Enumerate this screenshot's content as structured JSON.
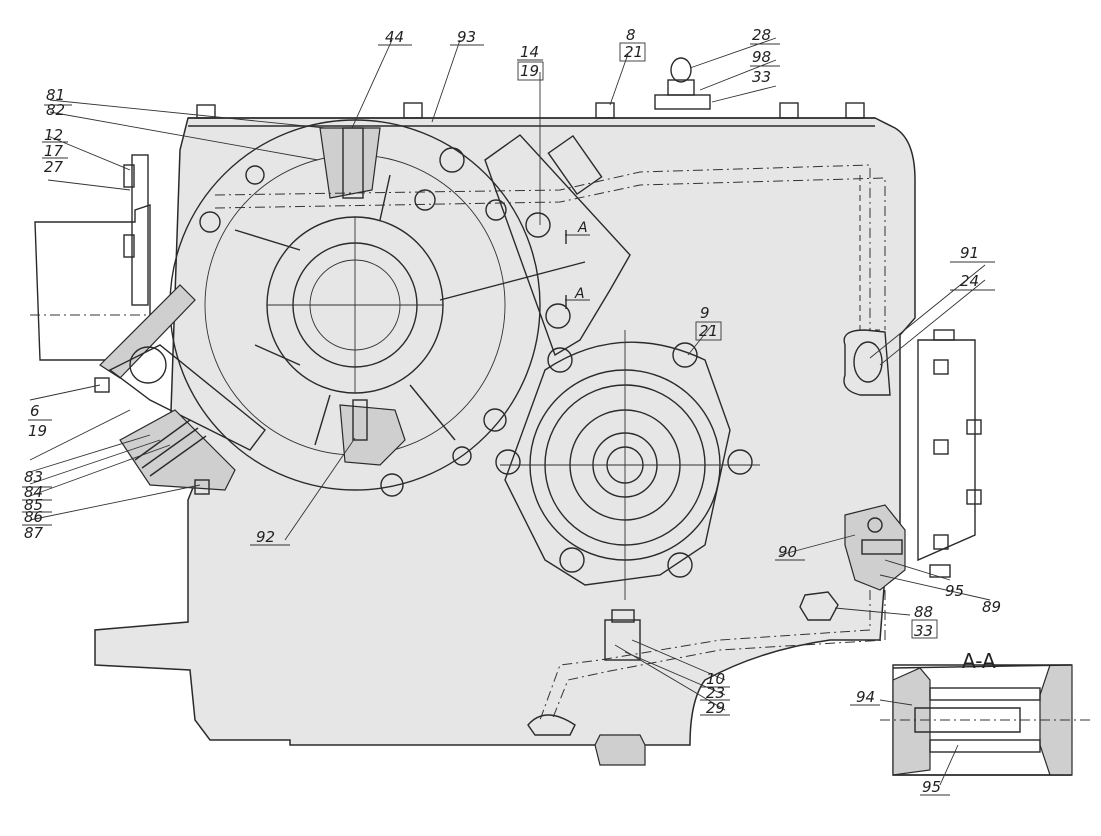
{
  "section_title": "A-A",
  "section_marker": "A",
  "colors": {
    "line": "#2a2a2a",
    "housing_fill": "#e6e6e6",
    "section_fill": "#cfcfcf",
    "watermark": "#c9c9c9"
  },
  "labels": {
    "l81": "81",
    "l82": "82",
    "l12": "12",
    "l17": "17",
    "l27": "27",
    "l44": "44",
    "l93": "93",
    "l14": "14",
    "l19a": "19",
    "l8": "8",
    "l21a": "21",
    "l28": "28",
    "l98": "98",
    "l33a": "33",
    "l91": "91",
    "l24": "24",
    "l9": "9",
    "l21b": "21",
    "l6": "6",
    "l19b": "19",
    "l83": "83",
    "l84": "84",
    "l85": "85",
    "l86": "86",
    "l87": "87",
    "l92": "92",
    "l90": "90",
    "l95a": "95",
    "l89": "89",
    "l88": "88",
    "l33b": "33",
    "l10": "10",
    "l23": "23",
    "l29": "29",
    "l94": "94",
    "l95b": "95"
  }
}
